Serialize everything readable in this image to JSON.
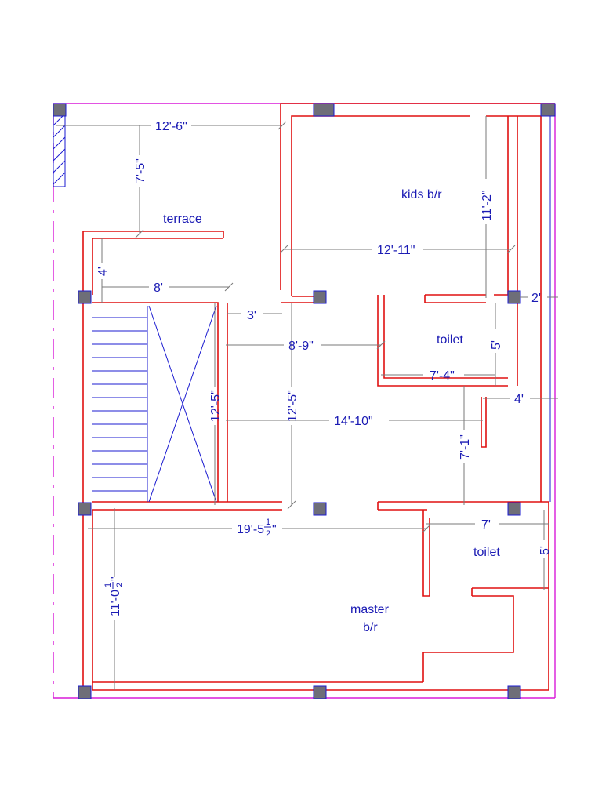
{
  "rooms": {
    "terrace": "terrace",
    "kids_br": "kids b/r",
    "toilet_upper": "toilet",
    "toilet_lower": "toilet",
    "master_line1": "master",
    "master_line2": "b/r"
  },
  "dimensions": {
    "terrace_width": "12'-6\"",
    "terrace_depth": "7'-5\"",
    "kids_height": "11'-2\"",
    "kids_width": "12'-11\"",
    "gap_4ft_left": "4'",
    "stair_width": "8'",
    "landing_3ft": "3'",
    "side_2ft": "2'",
    "hall_width": "8'-9\"",
    "toilet_height": "5'",
    "toilet_width": "7'-4\"",
    "side_4ft_right": "4'",
    "stair_length": "12'-5\"",
    "hall_length": "12'-5\"",
    "lobby_width": "14'-10\"",
    "passage_7ft": "7'-1\"",
    "master_width_main": "19'-5",
    "master_width_frac_num": "1",
    "master_width_frac_den": "2",
    "master_width_inch": "\"",
    "toilet2_width": "7'",
    "toilet2_height": "5'",
    "master_depth_main": "11'-0",
    "master_depth_frac_num": "1",
    "master_depth_frac_den": "2",
    "master_depth_inch": "\""
  },
  "colors": {
    "wall": "#e01010",
    "boundary": "#d81bd8",
    "text": "#1b1bb4",
    "column": "#6e6e78",
    "dimension": "#7a7a7a"
  }
}
